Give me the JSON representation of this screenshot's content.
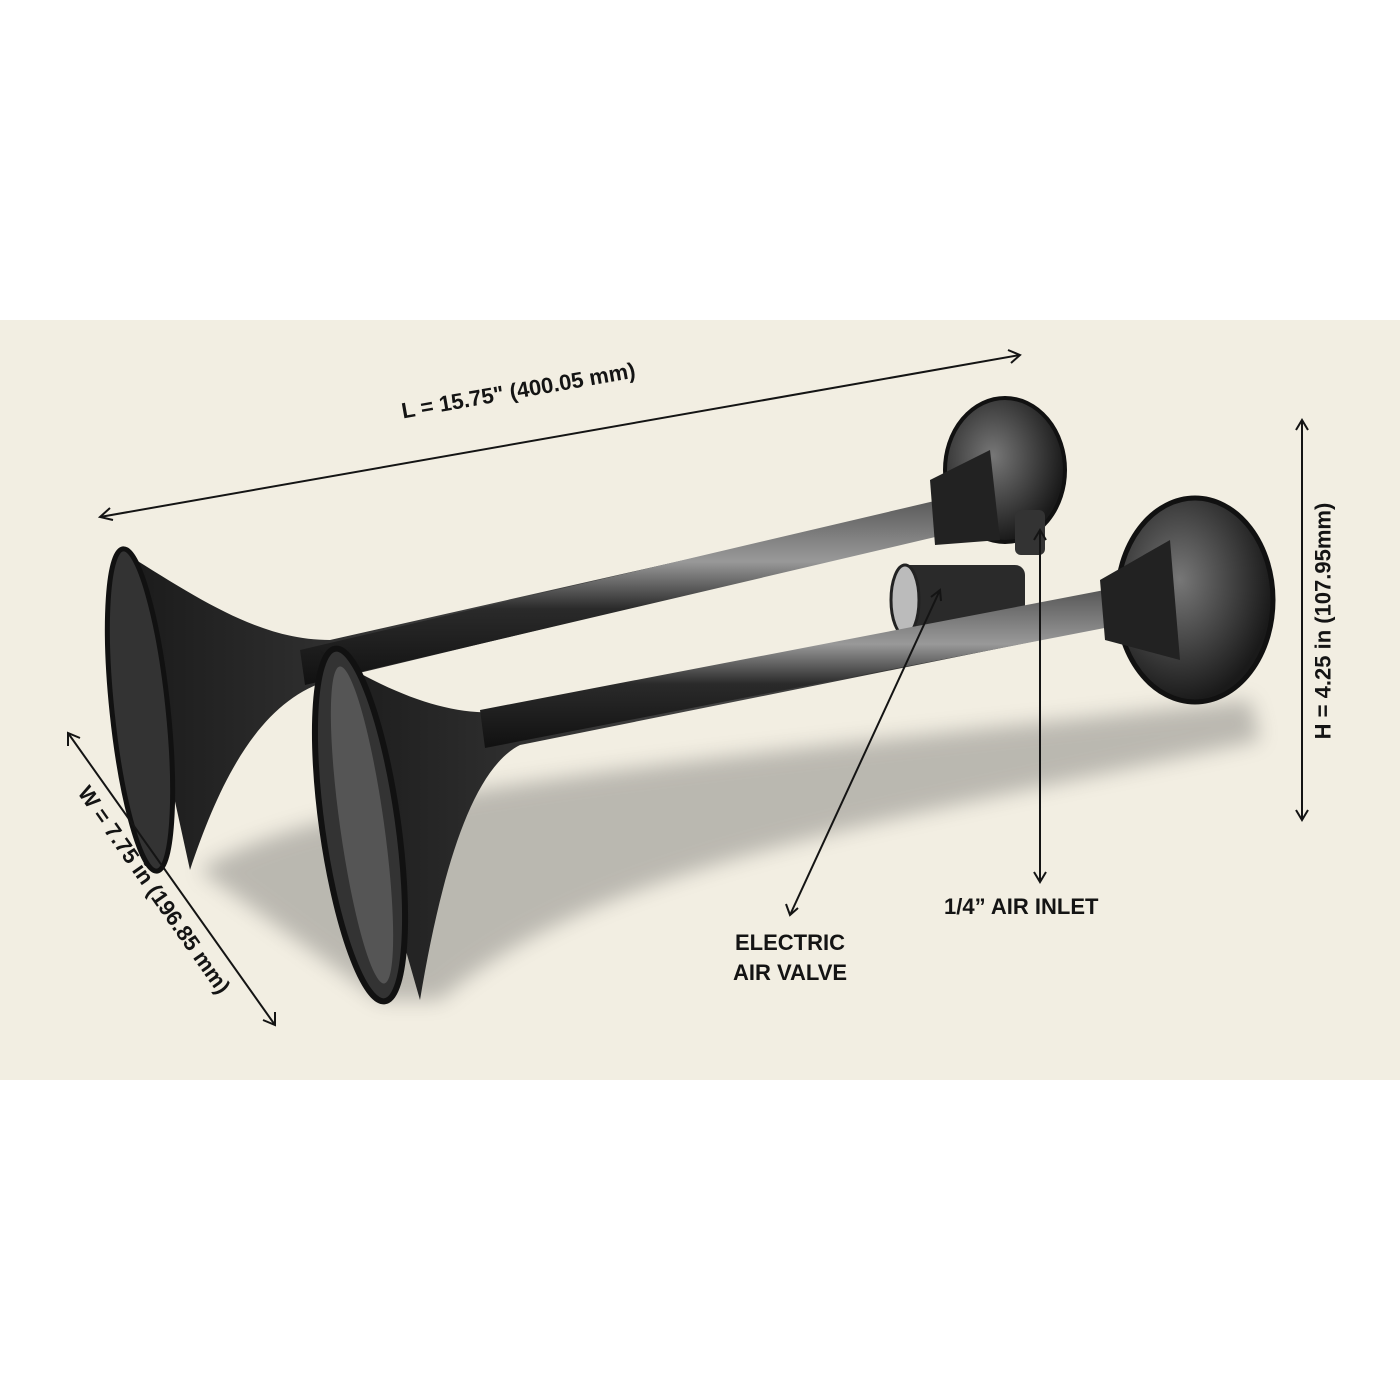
{
  "dimensions": {
    "length": "L = 15.75\" (400.05 mm)",
    "height": "H = 4.25 in (107.95mm)",
    "width": "W = 7.75 in (196.85 mm)"
  },
  "callouts": {
    "air_inlet": "1/4” AIR INLET",
    "valve_line1": "ELECTRIC",
    "valve_line2": "AIR VALVE"
  },
  "colors": {
    "background": "#f2eee2",
    "ink": "#141414",
    "horn": "#2b2b2b"
  }
}
